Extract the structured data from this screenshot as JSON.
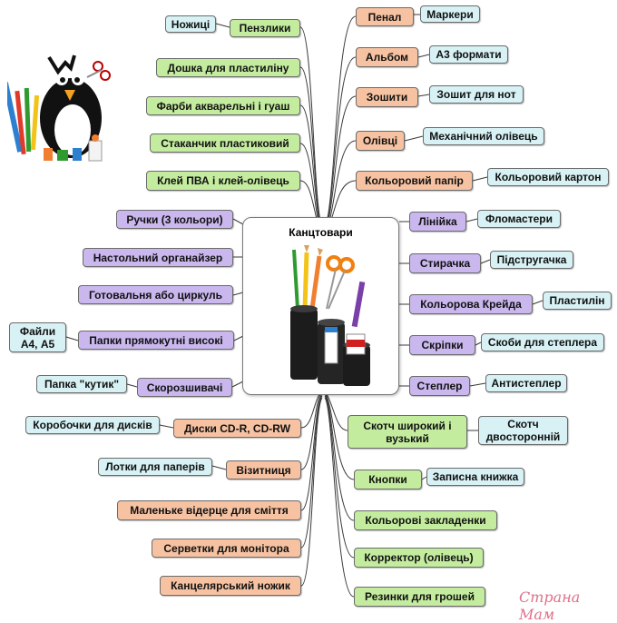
{
  "center": {
    "title": "Канцтовари"
  },
  "left": {
    "pensliky": "Пензлики",
    "nozhytsi": "Ножиці",
    "doshka": "Дошка для пластиліну",
    "farby": "Фарби акварельні і гуаш",
    "stakanchyk": "Стаканчик пластиковий",
    "klei": "Клей ПВА і клей-олівець",
    "ruchky": "Ручки (3 кольори)",
    "orhanaizer": "Настольний органайзер",
    "hotovalnia": "Готовальня або циркуль",
    "papky": "Папки прямокутні високі",
    "faily_line1": "Файли",
    "faily_line2": "А4, А5",
    "skoroshyvachi": "Скорозшивачі",
    "papka_kutyk": "Папка \"кутик\"",
    "dysky": "Диски CD-R, CD-RW",
    "korobochky": "Коробочки для дисків",
    "vizytnytsia": "Візитниця",
    "lotky": "Лотки для паперів",
    "vidertse": "Маленьке відерце для сміття",
    "servetky": "Серветки для монітора",
    "nozhyk": "Канцелярський ножик"
  },
  "right": {
    "penal": "Пенал",
    "markery": "Маркери",
    "albom": "Альбом",
    "a3": "А3 формати",
    "zoshyty": "Зошити",
    "zoshyt_not": "Зошит для нот",
    "olivtsi": "Олівці",
    "mekhanichnyi": "Механічний олівець",
    "kolorovyi_papir": "Кольоровий папір",
    "kolorovyi_karton": "Кольоровий картон",
    "liniika": "Лінійка",
    "flomastery": "Фломастери",
    "styrachka": "Стирачка",
    "pidstruhachka": "Підстругачка",
    "kreida": "Кольорова Крейда",
    "plastylin": "Пластилін",
    "skripky": "Скріпки",
    "skoby": "Скоби для степлера",
    "stepler": "Степлер",
    "antystepler": "Антистеплер",
    "skotch": "Скотч широкий і вузький",
    "skotch_dvo": "Скотч двосторонній",
    "knopky": "Кнопки",
    "zapysna": "Записна книжка",
    "zakladky": "Кольорові закладенки",
    "korektor": "Корректор (олівець)",
    "rezynky": "Резинки для грошей"
  },
  "watermark": "Страна Мам",
  "colors": {
    "green": "#c4ec9f",
    "orange": "#f6c2a2",
    "purple": "#c9b7ee",
    "cyan": "#d7f1f4"
  }
}
